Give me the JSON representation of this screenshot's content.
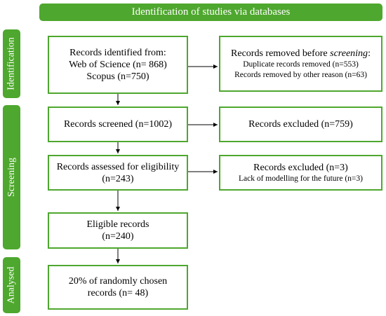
{
  "header": {
    "title": "Identification of studies via databases"
  },
  "phases": {
    "identification": "Identification",
    "screening": "Screening",
    "analysed": "Analysed"
  },
  "identified": {
    "line1": "Records identified from:",
    "line2": "Web of Science (n= 868)",
    "line3": "Scopus (n=750)"
  },
  "removed": {
    "lead": "Records removed before ",
    "lead_italic": "screening",
    "lead_tail": ":",
    "line2": "Duplicate records removed (n=553)",
    "line3": "Records removed by other reason (n=63)"
  },
  "screened": {
    "line1": "Records screened (n=1002)"
  },
  "excluded_screen": {
    "line1": "Records excluded (n=759)"
  },
  "eligibility": {
    "line1": "Records assessed for eligibility",
    "line2": "(n=243)"
  },
  "excluded_elig": {
    "line1": "Records excluded (n=3)",
    "line2": "Lack of modelling for the future (n=3)"
  },
  "eligible": {
    "line1": "Eligible records",
    "line2": "(n=240)"
  },
  "analysed": {
    "line1": "20% of randomly chosen",
    "line2": "records (n= 48)"
  },
  "colors": {
    "accent": "#4ea72e",
    "text": "#000000",
    "background": "#ffffff"
  }
}
